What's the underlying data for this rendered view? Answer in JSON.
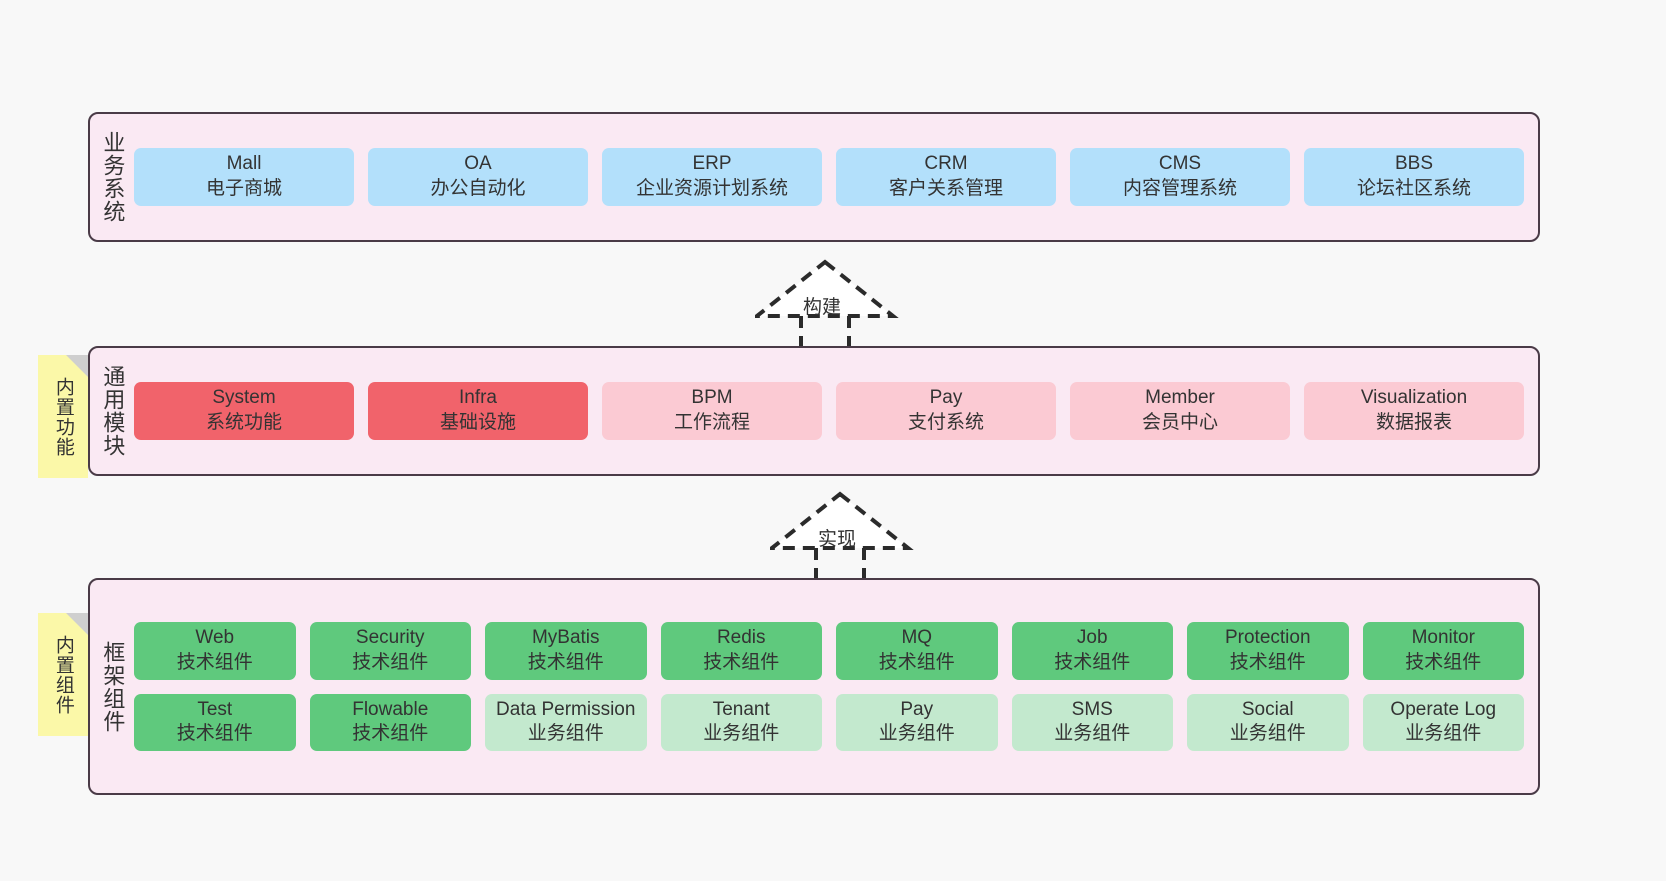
{
  "diagram": {
    "background_color": "#f8f8f8",
    "layer_fill": "#fae9f3",
    "layer_border": "#4a3b47",
    "note_fill": "#fbf8a8",
    "colors": {
      "blue": "#b3e0fb",
      "red": "#f1636b",
      "pink": "#fbcad3",
      "green": "#5fc97d",
      "light_green": "#c3e9ce"
    }
  },
  "layers": [
    {
      "id": "business-systems",
      "title": "业务系统",
      "rows": [
        {
          "boxes": [
            {
              "en": "Mall",
              "cn": "电子商城",
              "color": "blue"
            },
            {
              "en": "OA",
              "cn": "办公自动化",
              "color": "blue"
            },
            {
              "en": "ERP",
              "cn": "企业资源计划系统",
              "color": "blue"
            },
            {
              "en": "CRM",
              "cn": "客户关系管理",
              "color": "blue"
            },
            {
              "en": "CMS",
              "cn": "内容管理系统",
              "color": "blue"
            },
            {
              "en": "BBS",
              "cn": "论坛社区系统",
              "color": "blue"
            }
          ]
        }
      ]
    },
    {
      "id": "common-modules",
      "title": "通用模块",
      "note": "内置功能",
      "rows": [
        {
          "boxes": [
            {
              "en": "System",
              "cn": "系统功能",
              "color": "red"
            },
            {
              "en": "Infra",
              "cn": "基础设施",
              "color": "red"
            },
            {
              "en": "BPM",
              "cn": "工作流程",
              "color": "pink"
            },
            {
              "en": "Pay",
              "cn": "支付系统",
              "color": "pink"
            },
            {
              "en": "Member",
              "cn": "会员中心",
              "color": "pink"
            },
            {
              "en": "Visualization",
              "cn": "数据报表",
              "color": "pink"
            }
          ]
        }
      ]
    },
    {
      "id": "framework-components",
      "title": "框架组件",
      "note": "内置组件",
      "rows": [
        {
          "boxes": [
            {
              "en": "Web",
              "cn": "技术组件",
              "color": "green"
            },
            {
              "en": "Security",
              "cn": "技术组件",
              "color": "green"
            },
            {
              "en": "MyBatis",
              "cn": "技术组件",
              "color": "green"
            },
            {
              "en": "Redis",
              "cn": "技术组件",
              "color": "green"
            },
            {
              "en": "MQ",
              "cn": "技术组件",
              "color": "green"
            },
            {
              "en": "Job",
              "cn": "技术组件",
              "color": "green"
            },
            {
              "en": "Protection",
              "cn": "技术组件",
              "color": "green"
            },
            {
              "en": "Monitor",
              "cn": "技术组件",
              "color": "green"
            }
          ]
        },
        {
          "boxes": [
            {
              "en": "Test",
              "cn": "技术组件",
              "color": "green"
            },
            {
              "en": "Flowable",
              "cn": "技术组件",
              "color": "green"
            },
            {
              "en": "Data Permission",
              "cn": "业务组件",
              "color": "light_green"
            },
            {
              "en": "Tenant",
              "cn": "业务组件",
              "color": "light_green"
            },
            {
              "en": "Pay",
              "cn": "业务组件",
              "color": "light_green"
            },
            {
              "en": "SMS",
              "cn": "业务组件",
              "color": "light_green"
            },
            {
              "en": "Social",
              "cn": "业务组件",
              "color": "light_green"
            },
            {
              "en": "Operate Log",
              "cn": "业务组件",
              "color": "light_green"
            }
          ]
        }
      ]
    }
  ],
  "connectors": [
    {
      "id": "build",
      "label": "构建"
    },
    {
      "id": "implement",
      "label": "实现"
    }
  ]
}
